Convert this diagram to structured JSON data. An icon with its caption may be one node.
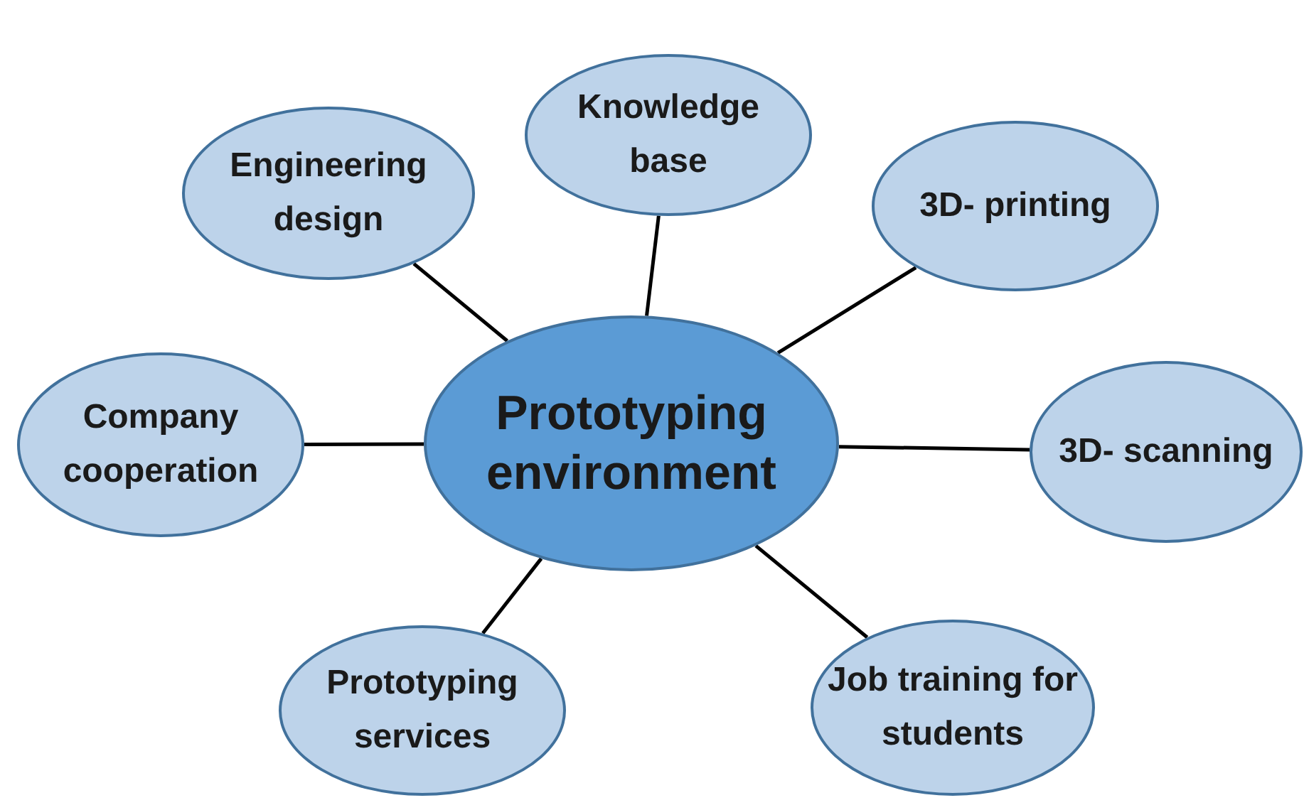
{
  "diagram": {
    "nodes": [
      {
        "text": [
          "Knowledge base"
        ]
      },
      {
        "text": [
          "Engineering design"
        ]
      },
      {
        "text": [
          "3D- printing"
        ]
      },
      {
        "text": [
          "Prototyping environment"
        ]
      },
      {
        "text": [
          "Company cooperation"
        ]
      },
      {
        "text": [
          "3D- scanning"
        ]
      },
      {
        "text": [
          "Prototyping services"
        ]
      },
      {
        "text": [
          "Job training for students"
        ]
      }
    ],
    "edges": [
      {
        "from": 3,
        "to": 0,
        "arrow": "none"
      },
      {
        "from": 3,
        "to": 1,
        "arrow": "none"
      },
      {
        "from": 3,
        "to": 2,
        "arrow": "none"
      },
      {
        "from": 3,
        "to": 4,
        "arrow": "none"
      },
      {
        "from": 3,
        "to": 5,
        "arrow": "none"
      },
      {
        "from": 3,
        "to": 6,
        "arrow": "none"
      },
      {
        "from": 3,
        "to": 7,
        "arrow": "none"
      }
    ]
  }
}
